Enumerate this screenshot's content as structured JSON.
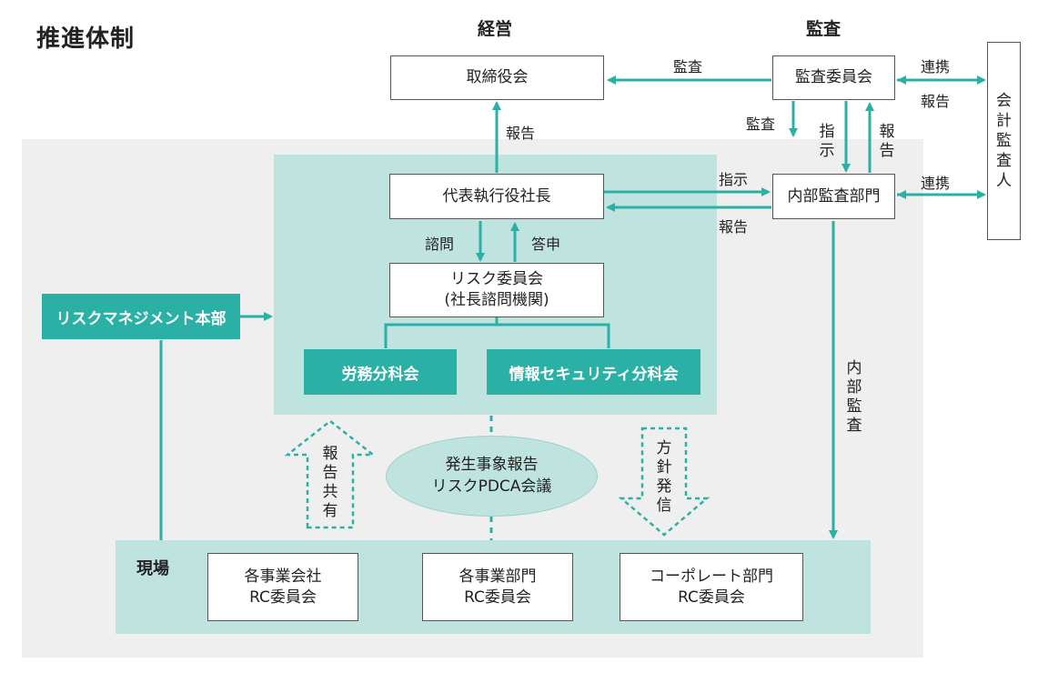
{
  "title": "推進体制",
  "headers": {
    "management": "経営",
    "audit": "監査"
  },
  "boxes": {
    "board": "取締役会",
    "audit_committee": "監査委員会",
    "auditor": "会計監査人",
    "president": "代表執行役社長",
    "internal_audit": "内部監査部門",
    "risk_committee_line1": "リスク委員会",
    "risk_committee_line2": "(社長諮問機関)",
    "rm_hq": "リスクマネジメント本部",
    "labor_sub": "労務分科会",
    "infosec_sub": "情報セキュリティ分科会"
  },
  "field": {
    "label": "現場",
    "units": [
      {
        "line1": "各事業会社",
        "line2": "RC委員会"
      },
      {
        "line1": "各事業部門",
        "line2": "RC委員会"
      },
      {
        "line1": "コーポレート部門",
        "line2": "RC委員会"
      }
    ]
  },
  "ellipse": {
    "line1": "発生事象報告",
    "line2": "リスクPDCA会議"
  },
  "arrow_labels": {
    "audit_to_board": "監査",
    "link_top": "連携",
    "report_top": "報告",
    "report_president_board": "報告",
    "audit_down": "監査",
    "instruct_v": "指示",
    "report_v": "報告",
    "instruct_h": "指示",
    "report_h": "報告",
    "link_mid": "連携",
    "consult": "諮問",
    "answer": "答申",
    "internal_audit_v": "内部監査",
    "report_share": "報告共有",
    "policy_issue": "方針発信"
  }
}
